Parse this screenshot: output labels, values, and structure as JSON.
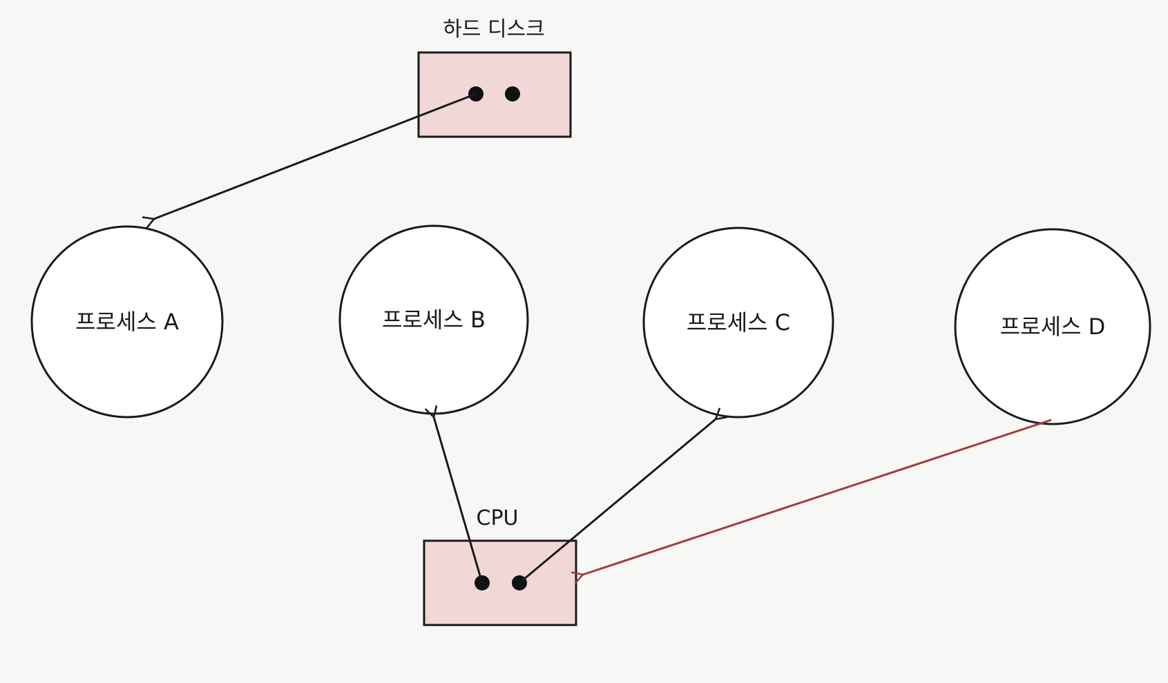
{
  "devices": {
    "hard_disk": {
      "label": "하드 디스크"
    },
    "cpu": {
      "label": "CPU"
    }
  },
  "processes": [
    {
      "label": "프로세스 A"
    },
    {
      "label": "프로세스 B"
    },
    {
      "label": "프로세스 C"
    },
    {
      "label": "프로세스 D"
    }
  ],
  "colors": {
    "device_fill": "#f2d7d7",
    "stroke": "#1a1a1a",
    "waiting_arrow": "#a33a3a"
  }
}
